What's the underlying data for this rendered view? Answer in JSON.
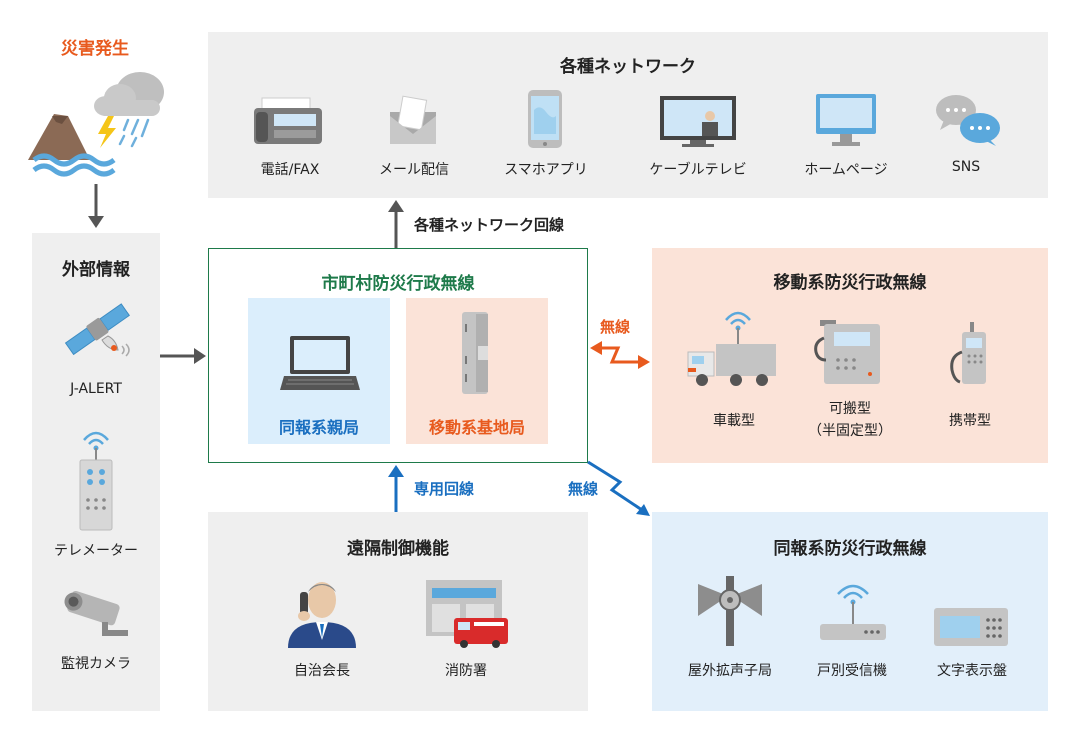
{
  "disaster": {
    "title": "災害発生"
  },
  "external": {
    "title": "外部情報",
    "items": [
      "J-ALERT",
      "テレメーター",
      "監視カメラ"
    ]
  },
  "networks": {
    "title": "各種ネットワーク",
    "items": [
      "電話/FAX",
      "メール配信",
      "スマホアプリ",
      "ケーブルテレビ",
      "ホームページ",
      "SNS"
    ]
  },
  "links": {
    "network_line": "各種ネットワーク回線",
    "dedicated_line": "専用回線",
    "wireless_mobile": "無線",
    "wireless_broadcast": "無線"
  },
  "municipal": {
    "title": "市町村防災行政無線",
    "parent_station": "同報系親局",
    "base_station": "移動系基地局"
  },
  "mobile_system": {
    "title": "移動系防災行政無線",
    "items": [
      "車載型",
      "可搬型",
      "（半固定型）",
      "携帯型"
    ]
  },
  "remote": {
    "title": "遠隔制御機能",
    "items": [
      "自治会長",
      "消防署"
    ]
  },
  "broadcast_system": {
    "title": "同報系防災行政無線",
    "items": [
      "屋外拡声子局",
      "戸別受信機",
      "文字表示盤"
    ]
  },
  "colors": {
    "orange": "#e85a1e",
    "green": "#1e7a4a",
    "blue": "#1a6fc0",
    "gray_panel": "#efefef",
    "pink_panel": "#fbe3d8",
    "blue_panel": "#e2effa"
  }
}
